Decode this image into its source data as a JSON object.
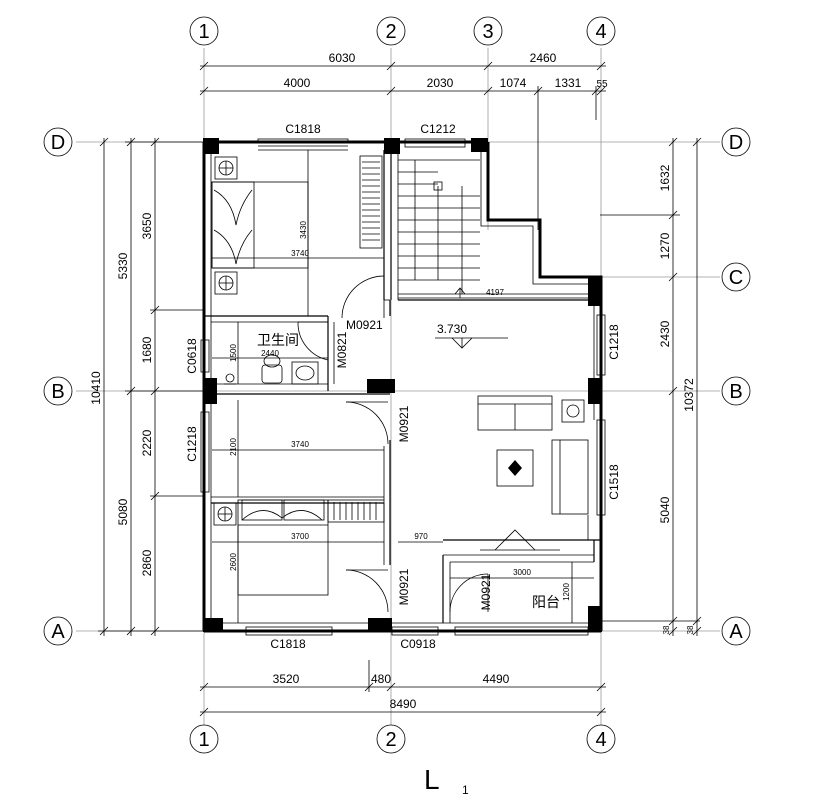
{
  "grid": {
    "numbers": [
      "1",
      "2",
      "3",
      "4"
    ],
    "letters": [
      "A",
      "B",
      "C",
      "D"
    ]
  },
  "dims_top": {
    "overall_left": "6030",
    "overall_right": "2460",
    "seg1": "4000",
    "seg2": "2030",
    "seg3": "1074",
    "seg4": "1331",
    "seg5": "55"
  },
  "dims_bottom": {
    "seg1": "3520",
    "seg2": "480",
    "seg3": "4490",
    "overall": "8490"
  },
  "dims_left": {
    "overall": "10410",
    "upper": "5330",
    "lower": "5080",
    "d1": "3650",
    "d2": "1680",
    "d3": "2220",
    "d4": "2860"
  },
  "dims_right": {
    "overall": "10372",
    "r1": "1632",
    "r2": "1270",
    "r3": "2430",
    "r4": "5040",
    "r5": "38",
    "r6": "38"
  },
  "windows": {
    "c1818_top": "C1818",
    "c1212": "C1212",
    "c0618": "C0618",
    "c1218_left": "C1218",
    "c1218_right": "C1218",
    "c1518": "C1518",
    "c1818_bottom": "C1818",
    "c0918": "C0918"
  },
  "doors": {
    "m0921_a": "M0921",
    "m0821": "M0821",
    "m0921_b": "M0921",
    "m0921_c": "M0921",
    "m0921_d": "M0921"
  },
  "rooms": {
    "bathroom": "卫生间",
    "balcony": "阳台",
    "level": "3.730"
  },
  "inner_dims": {
    "d3430": "3430",
    "d3740_top": "3740",
    "d4197": "4197",
    "d1500": "1500",
    "d2440": "2440",
    "d2100": "2100",
    "d3740_mid": "3740",
    "d3700": "3700",
    "d2600": "2600",
    "d970": "970",
    "d3000": "3000",
    "d1200": "1200"
  },
  "title": {
    "mark": "L",
    "sub": "1"
  }
}
